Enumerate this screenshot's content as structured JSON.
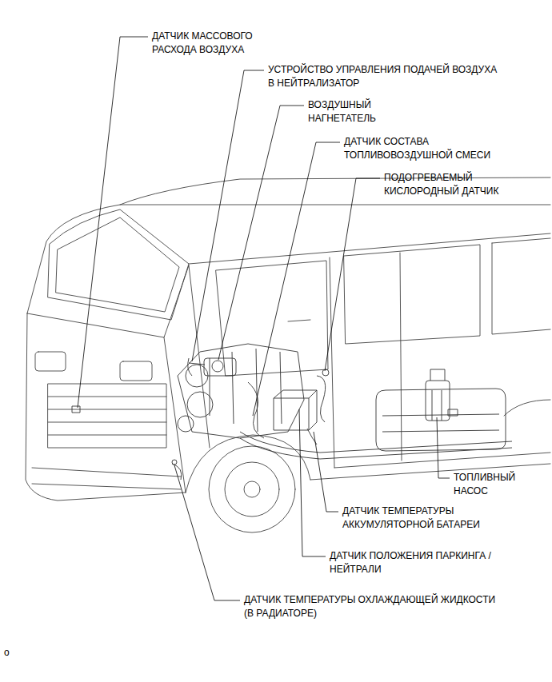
{
  "diagram": {
    "labels": [
      "ДАТЧИК МАССОВОГО РАСХОДА ВОЗДУХА",
      "УСТРОЙСТВО УПРАВЛЕНИЯ ПОДАЧЕЙ ВОЗДУХА В НЕЙТРАЛИЗАТОР",
      "ВОЗДУШНЫЙ НАГНЕТАТЕЛЬ",
      "ДАТЧИК СОСТАВА ТОПЛИВОВОЗДУШНОЙ СМЕСИ",
      "ПОДОГРЕВАЕМЫЙ КИСЛОРОДНЫЙ ДАТЧИК",
      "ТОПЛИВНЫЙ НАСОС",
      "ДАТЧИК ТЕМПЕРАТУРЫ АККУМУЛЯТОРНОЙ БАТАРЕИ",
      "ДАТЧИК ПОЛОЖЕНИЯ ПАРКИНГА / НЕЙТРАЛИ",
      "ДАТЧИК ТЕМПЕРАТУРЫ ОХЛАЖДАЮЩЕЙ ЖИДКОСТИ (В РАДИАТОРЕ)",
      "o"
    ]
  }
}
